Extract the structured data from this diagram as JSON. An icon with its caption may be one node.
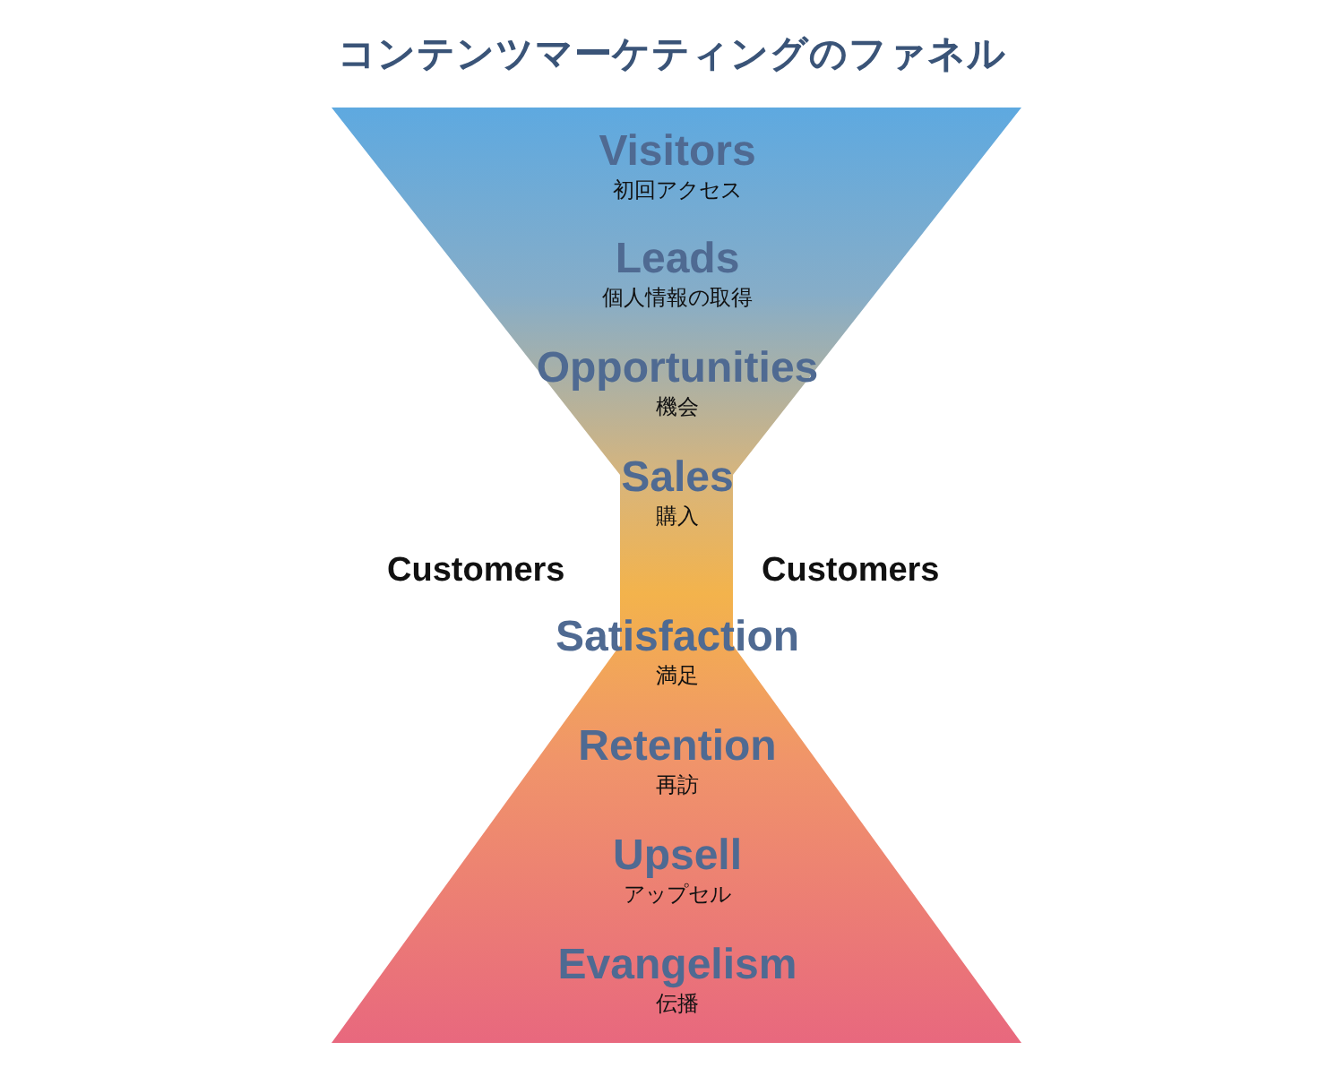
{
  "diagram": {
    "title": "コンテンツマーケティングのファネル",
    "nodes": [
      {
        "text": [],
        "shape": "hourglass"
      },
      {
        "text": [
          "Visitors",
          "初回アクセス"
        ],
        "in": 0
      },
      {
        "text": [
          "Leads",
          "個人情報の取得"
        ],
        "in": 0
      },
      {
        "text": [
          "Opportunities",
          "機会"
        ],
        "in": 0
      },
      {
        "text": [
          "Sales",
          "購入"
        ],
        "in": 0
      },
      {
        "text": [
          "Satisfaction",
          "満足"
        ],
        "in": 0
      },
      {
        "text": [
          "Retention",
          "再訪"
        ],
        "in": 0
      },
      {
        "text": [
          "Upsell",
          "アップセル"
        ],
        "in": 0
      },
      {
        "text": [
          "Evangelism",
          "伝播"
        ],
        "in": 0
      }
    ],
    "labels": [
      "Customers",
      "Customers"
    ]
  }
}
